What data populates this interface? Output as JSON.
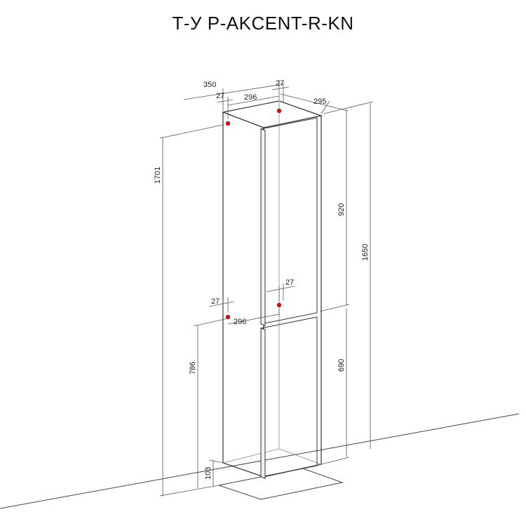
{
  "title": "Т-У Р-AKCENT-R-KN",
  "dimensions": {
    "overall_width": "350",
    "side_offset_left": "27",
    "inner_width_top": "296",
    "side_offset_right": "27",
    "depth": "295",
    "mount_height": "1701",
    "total_height": "1650",
    "upper_door_height": "920",
    "lower_door_height": "690",
    "mid_offset_right": "27",
    "mid_offset_left": "27",
    "inner_width_mid": "296",
    "lower_mount_height": "786",
    "leg_height": "103"
  },
  "colors": {
    "line": "#333333",
    "dim_line": "#555555",
    "mount_point": "#cc1111"
  }
}
